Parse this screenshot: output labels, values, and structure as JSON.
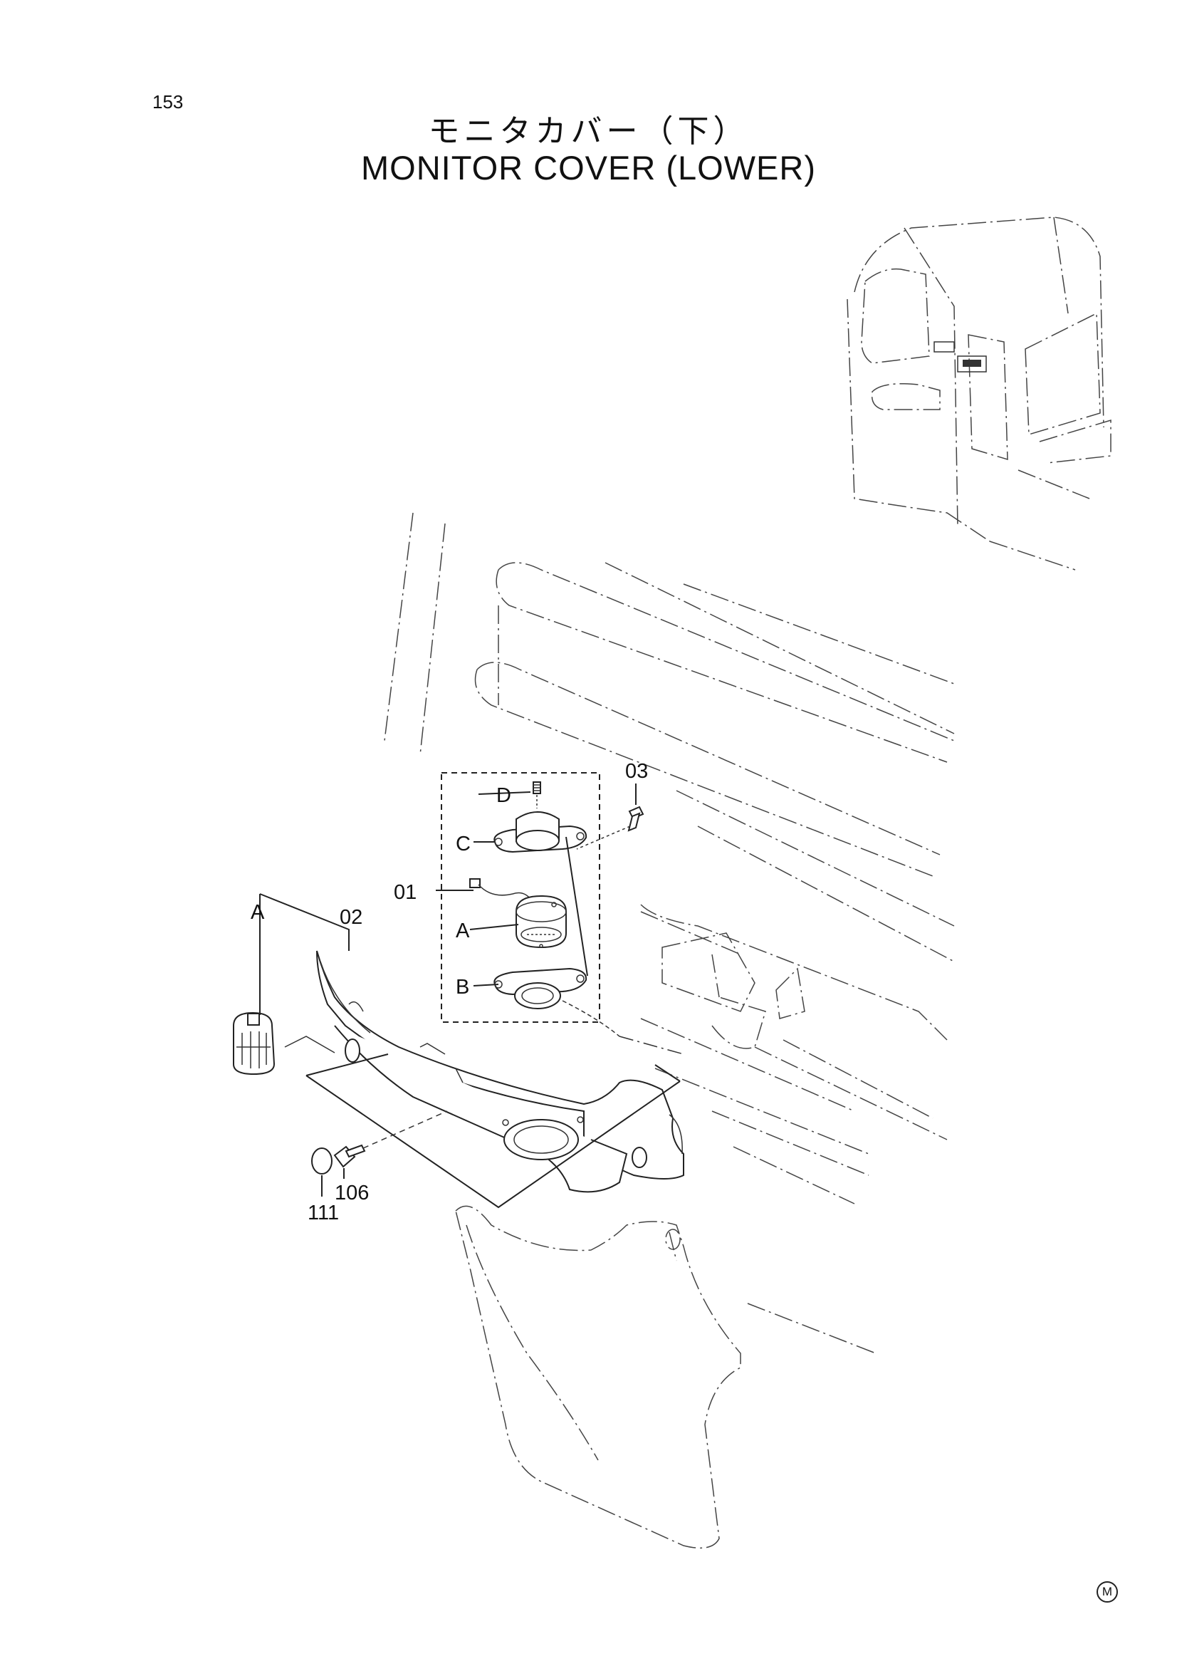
{
  "page_number": "153",
  "title_jp": "モニタカバー（下）",
  "title_en": "MONITOR COVER (LOWER)",
  "callouts": {
    "c01": "01",
    "c02": "02",
    "c03": "03",
    "c106": "106",
    "c111": "111",
    "a_top": "A",
    "a_inner": "A",
    "b": "B",
    "c": "C",
    "d": "D"
  },
  "corner_mark": "M"
}
